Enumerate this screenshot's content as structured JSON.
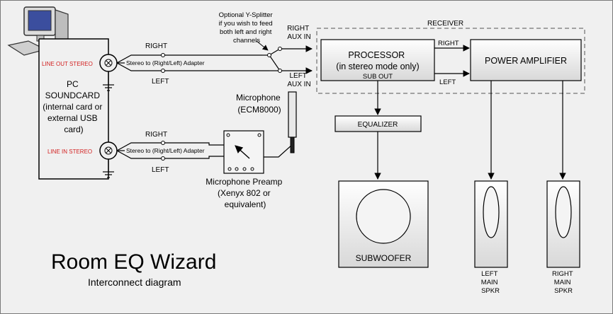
{
  "title": "Room EQ Wizard",
  "subtitle": "Interconnect diagram",
  "pc": {
    "label_lines": [
      "PC",
      "SOUNDCARD",
      "(internal card or",
      "external USB",
      "card)"
    ],
    "line_out": "LINE OUT STEREO",
    "line_in": "LINE IN STEREO"
  },
  "adapter_label": "Stereo to (Right/Left) Adapter",
  "right_label": "RIGHT",
  "left_label": "LEFT",
  "splitter_note_lines": [
    "Optional Y-Splitter",
    "if you wish to feed",
    "both left and right",
    "channels"
  ],
  "aux_right_lines": [
    "RIGHT",
    "AUX IN"
  ],
  "aux_left_lines": [
    "LEFT",
    "AUX IN"
  ],
  "receiver_label": "RECEIVER",
  "processor_lines": [
    "PROCESSOR",
    "(in stereo mode only)"
  ],
  "sub_out": "SUB OUT",
  "power_amp": "POWER AMPLIFIER",
  "equalizer": "EQUALIZER",
  "subwoofer": "SUBWOOFER",
  "left_speaker_lines": [
    "LEFT",
    "MAIN",
    "SPKR"
  ],
  "right_speaker_lines": [
    "RIGHT",
    "MAIN",
    "SPKR"
  ],
  "microphone_lines": [
    "Microphone",
    "(ECM8000)"
  ],
  "preamp_lines": [
    "Microphone Preamp",
    "(Xenyx 802 or",
    "equivalent)"
  ],
  "colors": {
    "line_text": "#d21f1f",
    "receiver_border": "#888888",
    "background": "#f0f0f0"
  }
}
